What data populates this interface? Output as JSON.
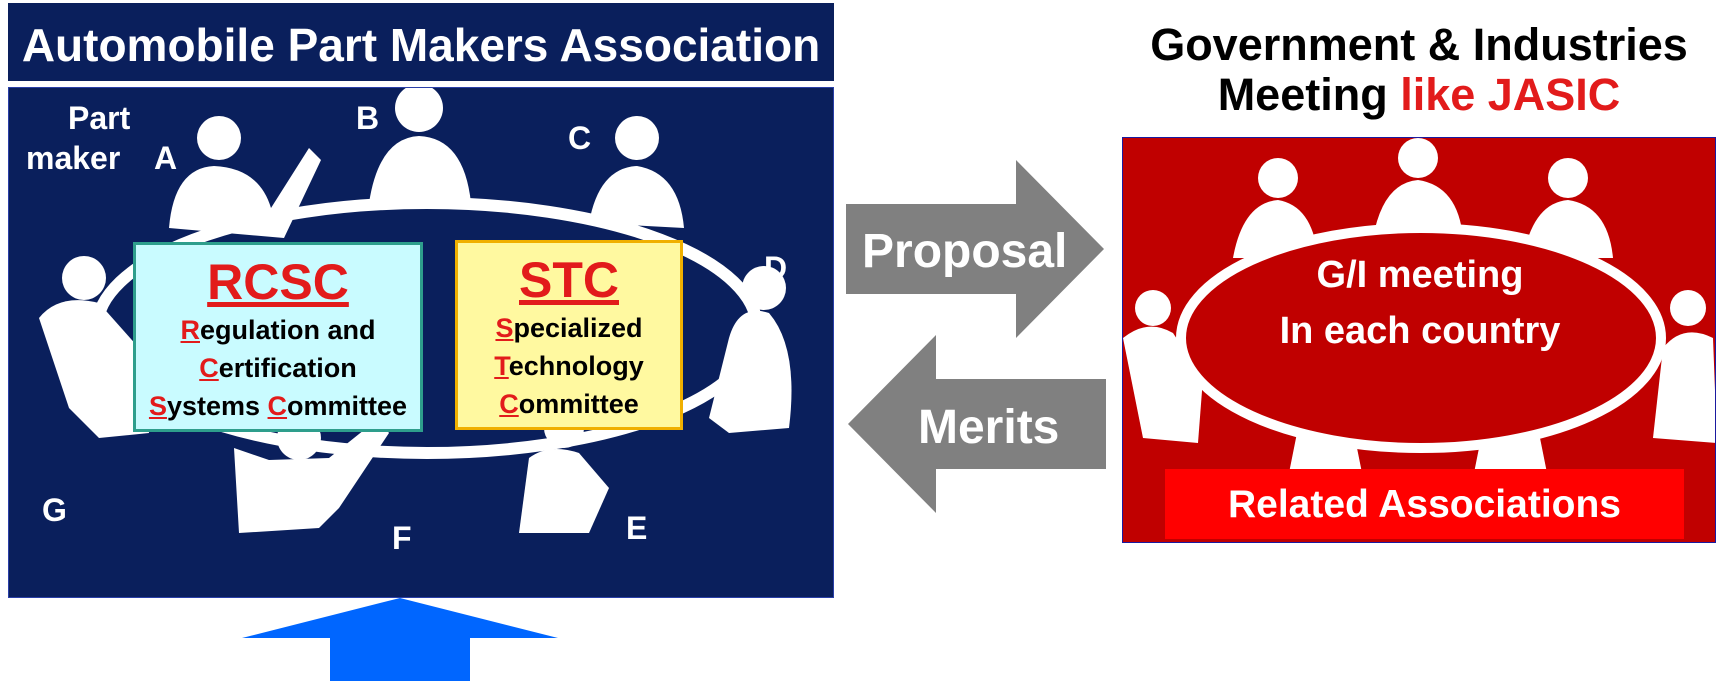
{
  "association": {
    "title": "Automobile Part Makers Association",
    "part_maker_line1": "Part",
    "part_maker_line2": "maker",
    "seats": {
      "a": "A",
      "b": "B",
      "c": "C",
      "d": "D",
      "e": "E",
      "f": "F",
      "g": "G"
    }
  },
  "rcsc": {
    "title": "RCSC",
    "l1_initial": "R",
    "l1_rest": "egulation and",
    "l2_initial": "C",
    "l2_rest": "ertification",
    "l3_initial1": "S",
    "l3_mid": "ystems ",
    "l3_initial2": "C",
    "l3_rest": "ommittee"
  },
  "stc": {
    "title": "STC",
    "l1_initial": "S",
    "l1_rest": "pecialized",
    "l2_initial": "T",
    "l2_rest": "echnology",
    "l3_initial": "C",
    "l3_rest": "ommittee"
  },
  "arrows": {
    "proposal": "Proposal",
    "merits": "Merits"
  },
  "government": {
    "title_line1": "Government & Industries",
    "title_line2_prefix": "Meeting ",
    "title_line2_highlight": "like JASIC",
    "meeting_line1": "G/I meeting",
    "meeting_line2": "In each country",
    "related_associations": "Related Associations"
  },
  "colors": {
    "navy_panel": "#0a1f5c",
    "red_panel": "#c00000",
    "rcsc_fill": "#c9fbff",
    "stc_fill": "#fff9a0",
    "accent_red": "#e21b1b",
    "arrow_gray": "#808080",
    "blue_arrow": "#0066ff"
  },
  "icons": [
    "meeting-table-silhouette",
    "right-arrow",
    "left-arrow",
    "up-arrow"
  ]
}
